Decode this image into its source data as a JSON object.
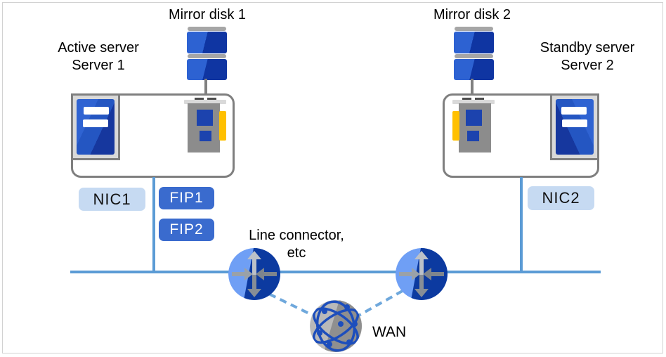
{
  "diagram": {
    "left": {
      "server_label": {
        "line1": "Active server",
        "line2": "Server 1"
      },
      "mirror_disk_label": "Mirror disk 1",
      "nic_badge": "NIC1",
      "fip1_badge": "FIP1",
      "fip2_badge": "FIP2"
    },
    "right": {
      "server_label": {
        "line1": "Standby server",
        "line2": "Server 2"
      },
      "mirror_disk_label": "Mirror disk 2",
      "nic_badge": "NIC2"
    },
    "center": {
      "line_connector_label": {
        "line1": "Line connector,",
        "line2": "etc"
      },
      "wan_label": "WAN"
    },
    "icons": {
      "server": "server-tower-icon",
      "mirror_disk": "mirror-disk-icon",
      "nic_card": "nic-card-icon",
      "router": "router-icon",
      "wan": "wan-globe-icon"
    },
    "colors": {
      "lan_line_blue": "#5b9bd5",
      "dashed_link_blue": "#6fa8dc",
      "nic_badge_light_blue": "#c6daf2",
      "fip_badge_blue": "#3a6bce",
      "disk_blue_light": "#2d62d2",
      "disk_blue_dark": "#0f35a2",
      "router_light_blue": "#6f9ff5",
      "router_dark_blue": "#0c3aa0",
      "card_gray": "#8c8c8c",
      "nic_connector_yellow": "#ffc000",
      "box_border_gray": "#7f7f7f"
    }
  }
}
